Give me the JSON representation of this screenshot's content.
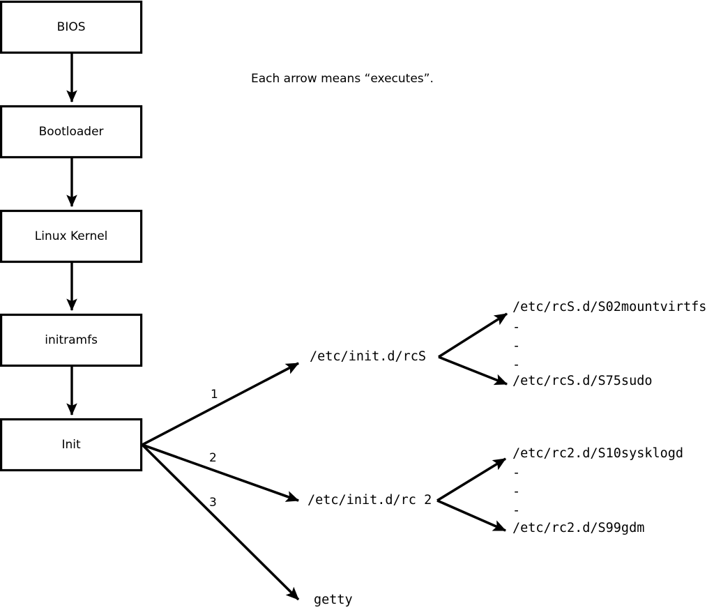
{
  "diagram": {
    "note": "Each arrow means “executes”.",
    "boxes": [
      {
        "id": "bios",
        "label": "BIOS"
      },
      {
        "id": "bootloader",
        "label": "Bootloader"
      },
      {
        "id": "linux-kernel",
        "label": "Linux Kernel"
      },
      {
        "id": "initramfs",
        "label": "initramfs"
      },
      {
        "id": "init",
        "label": "Init"
      }
    ],
    "branch_numbers": {
      "one": "1",
      "two": "2",
      "three": "3"
    },
    "init_targets": {
      "rcs": "/etc/init.d/rcS",
      "rc2": "/etc/init.d/rc 2",
      "getty": "getty"
    },
    "rcs_scripts": {
      "first": "/etc/rcS.d/S02mountvirtfs",
      "last": "/etc/rcS.d/S75sudo",
      "ellipsis": [
        "-",
        "-",
        "-"
      ]
    },
    "rc2_scripts": {
      "first": "/etc/rc2.d/S10sysklogd",
      "last": "/etc/rc2.d/S99gdm",
      "ellipsis": [
        "-",
        "-",
        "-"
      ]
    },
    "colors": {
      "stroke": "#000000",
      "background": "#ffffff",
      "box_fill": "#ffffff"
    }
  }
}
